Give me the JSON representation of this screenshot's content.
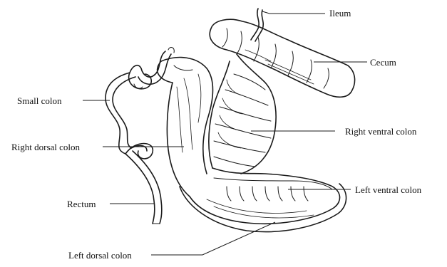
{
  "labels": {
    "ileum": "Ileum",
    "cecum": "Cecum",
    "small_colon": "Small colon",
    "right_ventral_colon": "Right ventral colon",
    "right_dorsal_colon": "Right dorsal colon",
    "left_ventral_colon": "Left ventral colon",
    "rectum": "Rectum",
    "left_dorsal_colon": "Left dorsal colon"
  },
  "colors": {
    "ink": "#1a1a1a",
    "background": "#ffffff"
  }
}
